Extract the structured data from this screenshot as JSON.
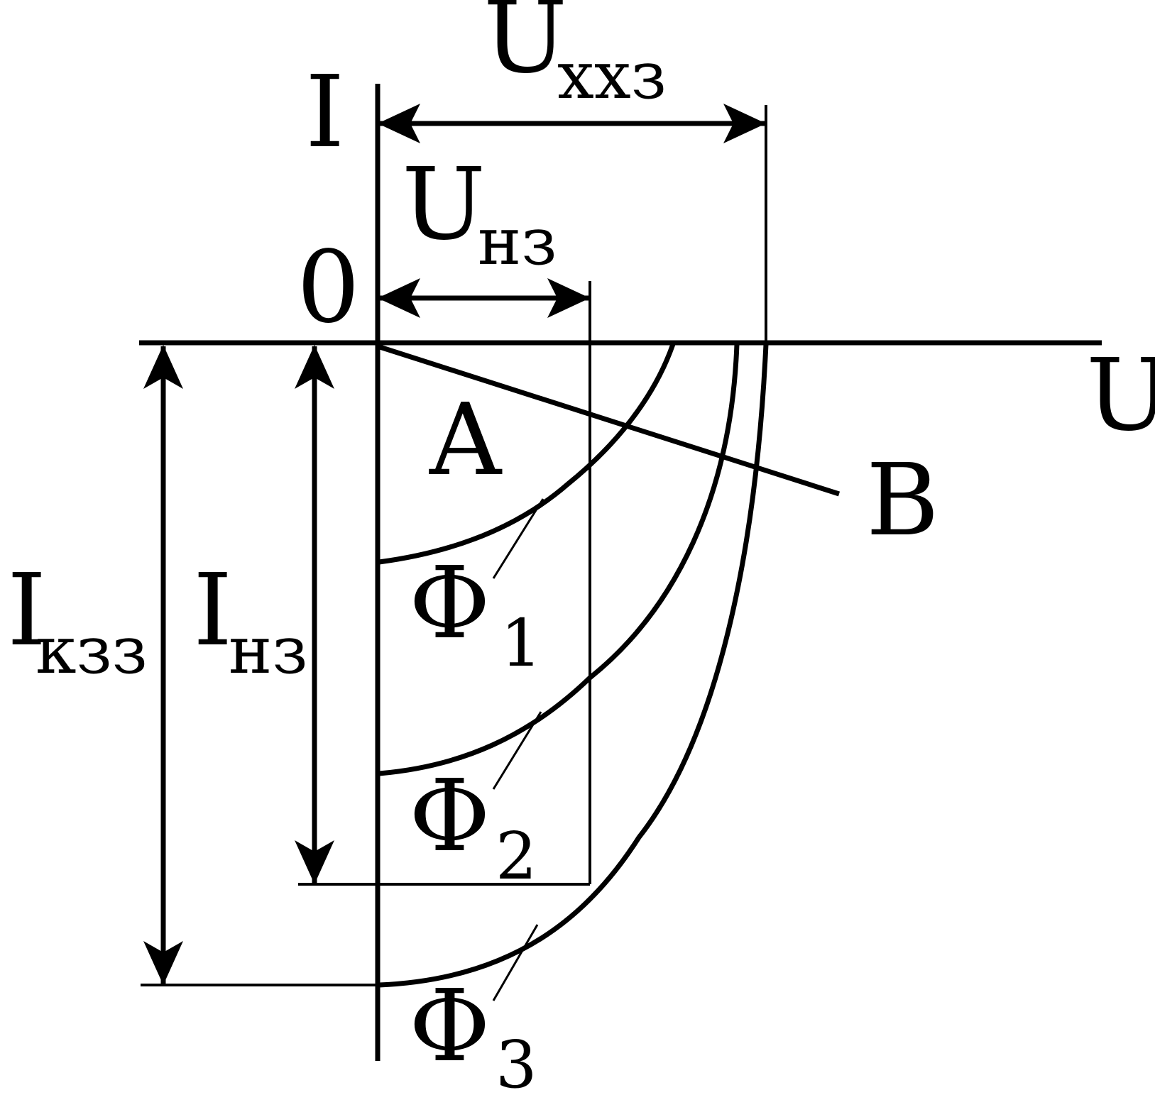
{
  "labels": {
    "i_axis": "I",
    "u_axis": "U",
    "origin": "0",
    "u_xxz_main": "U",
    "u_xxz_sub": "xxз",
    "u_nz_main": "U",
    "u_nz_sub": "нз",
    "i_kzz_main": "I",
    "i_kzz_sub": "кзз",
    "i_nz_main": "I",
    "i_nz_sub": "нз",
    "point_a": "A",
    "point_b": "B",
    "phi1_main": "Φ",
    "phi1_sub": "1",
    "phi2_main": "Φ",
    "phi2_sub": "2",
    "phi3_main": "Φ",
    "phi3_sub": "3"
  },
  "colors": {
    "ink": "#000000",
    "background": "#ffffff"
  }
}
